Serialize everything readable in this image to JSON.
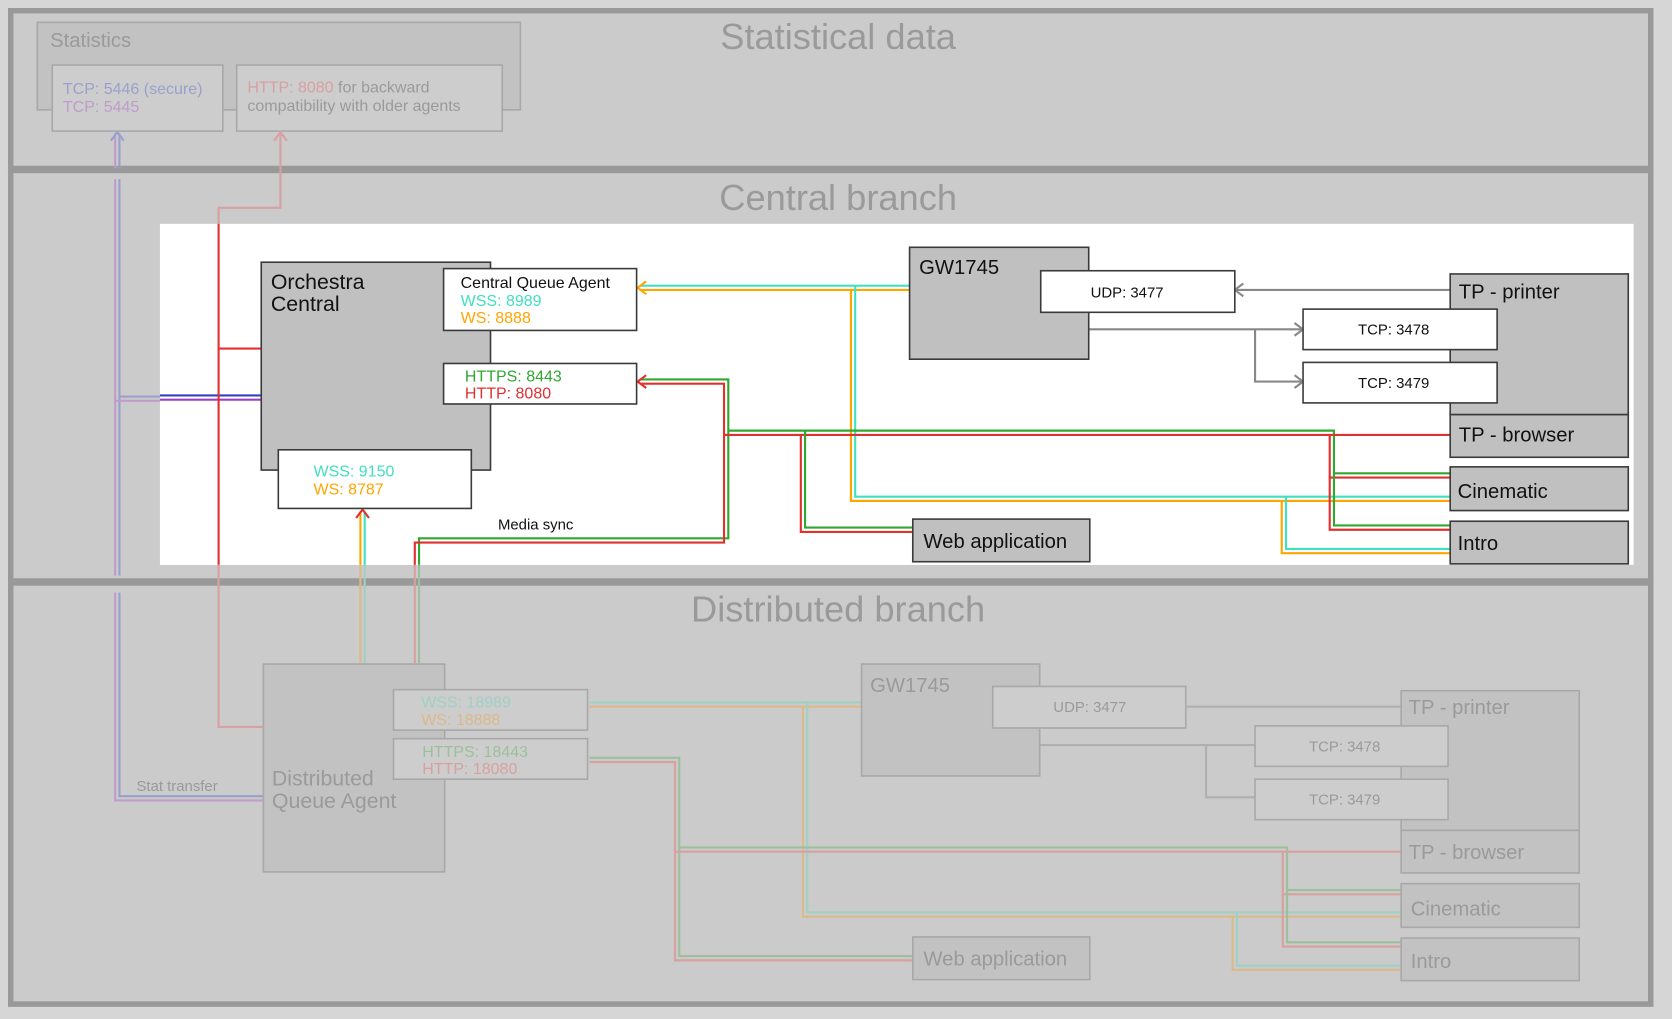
{
  "sections": {
    "statistical": {
      "title": "Statistical data"
    },
    "central": {
      "title": "Central branch"
    },
    "distributed": {
      "title": "Distributed branch"
    }
  },
  "statistics": {
    "title": "Statistics",
    "tcp_secure": "TCP: 5446 (secure)",
    "tcp": "TCP: 5445",
    "http_port": "HTTP: 8080",
    "http_note_1": " for backward",
    "http_note_2": "compatibility with older agents"
  },
  "central": {
    "orchestra_line1": "Orchestra",
    "orchestra_line2": "Central",
    "cqa_title": "Central Queue Agent",
    "cqa_wss": "WSS: 8989",
    "cqa_ws": "WS: 8888",
    "https": "HTTPS: 8443",
    "http": "HTTP: 8080",
    "bottom_wss": "WSS: 9150",
    "bottom_ws": "WS: 8787",
    "media_sync": "Media sync",
    "gateway": "GW1745",
    "udp": "UDP: 3477",
    "tcp1": "TCP: 3478",
    "tcp2": "TCP: 3479",
    "tp_printer": "TP - printer",
    "tp_browser": "TP - browser",
    "cinematic": "Cinematic",
    "intro": "Intro",
    "web_app": "Web application"
  },
  "distributed": {
    "dqa_line1": "Distributed",
    "dqa_line2": "Queue Agent",
    "wss": "WSS: 18989",
    "ws": "WS: 18888",
    "https": "HTTPS: 18443",
    "http": "HTTP: 18080",
    "stat_transfer": "Stat transfer",
    "gateway": "GW1745",
    "udp": "UDP: 3477",
    "tcp1": "TCP: 3478",
    "tcp2": "TCP: 3479",
    "tp_printer": "TP - printer",
    "tp_browser": "TP - browser",
    "cinematic": "Cinematic",
    "intro": "Intro",
    "web_app": "Web application"
  },
  "colors": {
    "wss": "#40e0c0",
    "ws": "#ffa500",
    "https": "#30a830",
    "http": "#e03030",
    "tcp_secure": "#3040c0",
    "tcp": "#a040c0",
    "gray_link": "#888888",
    "faded_wss": "#9fd0c4",
    "faded_ws": "#dcb98a",
    "faded_https": "#9cc09c",
    "faded_http": "#d8a0a0",
    "faded_tcp_secure": "#9aa0cc",
    "faded_tcp": "#c09ccc"
  }
}
